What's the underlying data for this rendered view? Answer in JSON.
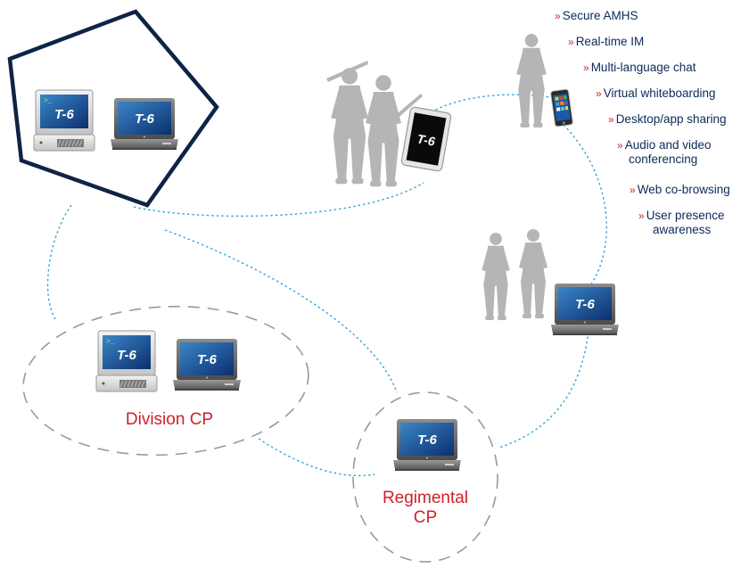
{
  "device_badge": "T-6",
  "features": [
    {
      "text": "Secure AMHS"
    },
    {
      "text": "Real-time IM"
    },
    {
      "text": "Multi-language chat"
    },
    {
      "text": "Virtual whiteboarding"
    },
    {
      "text": "Desktop/app sharing"
    },
    {
      "text": "Audio and video",
      "cont": "conferencing"
    },
    {
      "text": "Web co-browsing"
    },
    {
      "text": "User presence",
      "cont": "awareness"
    }
  ],
  "chevron": "»",
  "division": {
    "label": "Division CP"
  },
  "regimental": {
    "line1": "Regimental",
    "line2": "CP"
  },
  "colors": {
    "pentagon": "#0f2347",
    "link": "#2fa8d8",
    "ellipse": "#9a9a9a",
    "label_red": "#cf2027",
    "feature_text": "#0b2a58"
  }
}
